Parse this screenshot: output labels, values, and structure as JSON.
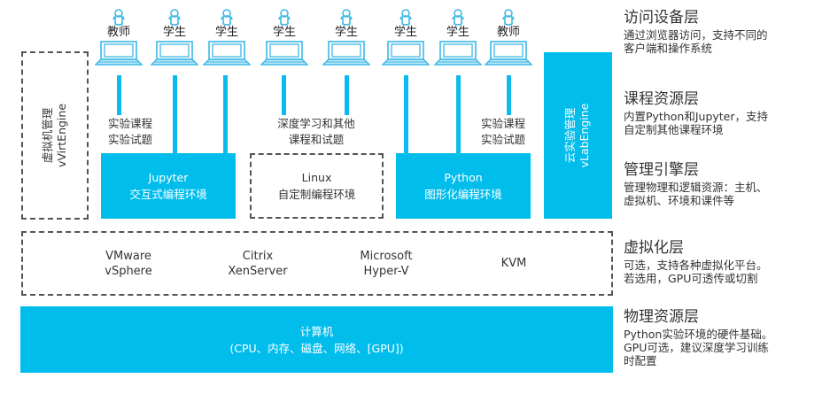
{
  "access_layer": {
    "users": [
      {
        "role": "教师",
        "icon": "user-icon"
      },
      {
        "role": "学生",
        "icon": "user-icon"
      },
      {
        "role": "学生",
        "icon": "user-icon"
      },
      {
        "role": "学生",
        "icon": "user-icon"
      },
      {
        "role": "学生",
        "icon": "user-icon"
      },
      {
        "role": "学生",
        "icon": "user-icon"
      },
      {
        "role": "学生",
        "icon": "user-icon"
      },
      {
        "role": "教师",
        "icon": "user-icon"
      }
    ],
    "device_icon": "laptop-icon"
  },
  "course_notes": {
    "left": [
      "实验课程",
      "实验试题"
    ],
    "middle": [
      "深度学习和其他",
      "课程和试题"
    ],
    "right": [
      "实验课程",
      "实验试题"
    ]
  },
  "environments": {
    "jupyter": {
      "line1": "Jupyter",
      "line2": "交互式编程环境"
    },
    "linux": {
      "line1": "Linux",
      "line2": "自定制编程环境"
    },
    "python": {
      "line1": "Python",
      "line2": "图形化编程环境"
    }
  },
  "engines": {
    "vm_manager": {
      "line1": "虚拟机管理",
      "line2": "vVirtEngine"
    },
    "cloud_lab": {
      "line1": "云实验管理",
      "line2": "vLabEngine"
    }
  },
  "virtualization": [
    {
      "line1": "VMware",
      "line2": "vSphere"
    },
    {
      "line1": "Citrix",
      "line2": "XenServer"
    },
    {
      "line1": "Microsoft",
      "line2": "Hyper-V"
    },
    {
      "line1": "KVM",
      "line2": ""
    }
  ],
  "physical": {
    "line1": "计算机",
    "line2": "(CPU、内存、磁盘、网络、[GPU])"
  },
  "layers": [
    {
      "title": "访问设备层",
      "desc": [
        "通过浏览器访问，支持不同的",
        "客户端和操作系统"
      ]
    },
    {
      "title": "课程资源层",
      "desc": [
        "内置Python和Jupyter，支持",
        "自定制其他课程环境"
      ]
    },
    {
      "title": "管理引擎层",
      "desc": [
        "管理物理和逻辑资源：主机、",
        "虚拟机、环境和课件等"
      ]
    },
    {
      "title": "虚拟化层",
      "desc": [
        "可选，支持各种虚拟化平台。",
        "若选用，GPU可透传或切割"
      ]
    },
    {
      "title": "物理资源层",
      "desc": [
        "Python实验环境的硬件基础。",
        "GPU可选，建议深度学习训练",
        "时配置"
      ]
    }
  ],
  "colors": {
    "accent": "#00bdec",
    "line": "#0bbbee",
    "dash": "#555555",
    "icon_stroke": "#3cb8e6"
  }
}
